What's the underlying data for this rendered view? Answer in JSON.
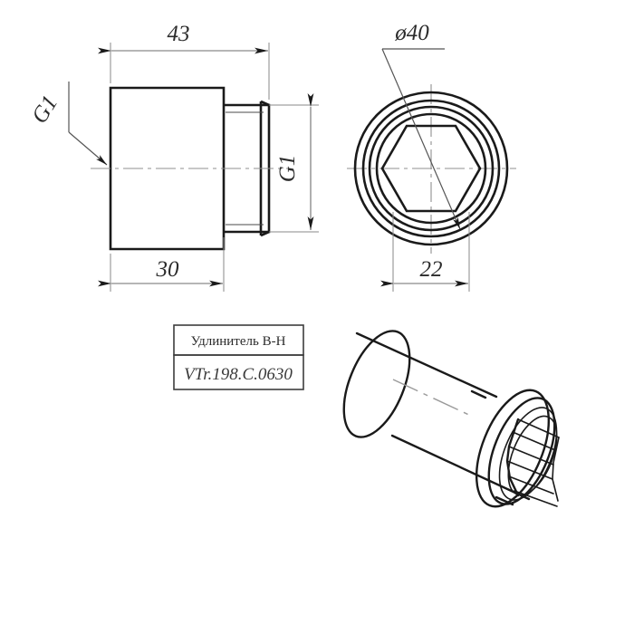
{
  "drawing": {
    "title_block": {
      "name_label": "Удлинитель В-Н",
      "code_label": "VTr.198.C.0630"
    },
    "dimensions": {
      "overall_length": "43",
      "body_length": "30",
      "outer_diameter": "ø40",
      "hex_across_flats": "22",
      "thread_left": "G1",
      "thread_right": "G1"
    },
    "views": {
      "side_view_name": "side-section-view",
      "front_view_name": "front-hex-socket-view",
      "iso_view_name": "isometric-3d-view"
    },
    "colors": {
      "outline": "#1a1a1a",
      "dimension": "#6e6e6e",
      "centerline": "#8f8f8f",
      "text": "#2b2b2b",
      "background": "#ffffff"
    }
  }
}
